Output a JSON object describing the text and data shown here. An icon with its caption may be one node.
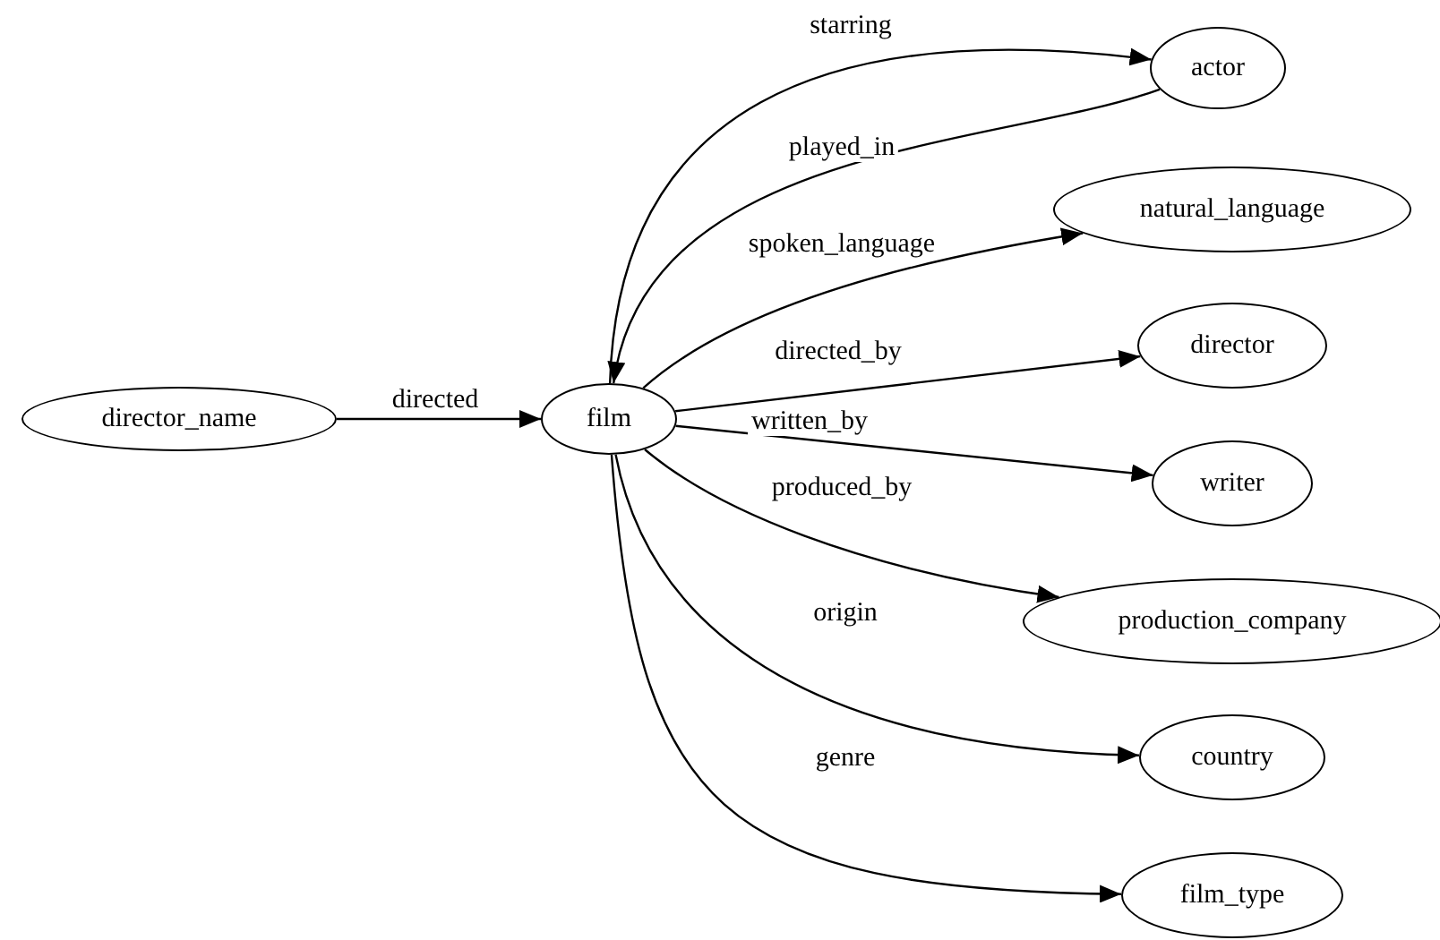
{
  "diagram": {
    "nodes": [
      {
        "text": [
          "director_name"
        ]
      },
      {
        "text": [
          "film"
        ]
      },
      {
        "text": [
          "actor"
        ]
      },
      {
        "text": [
          "natural_language"
        ]
      },
      {
        "text": [
          "director"
        ]
      },
      {
        "text": [
          "writer"
        ]
      },
      {
        "text": [
          "production_company"
        ]
      },
      {
        "text": [
          "country"
        ]
      },
      {
        "text": [
          "film_type"
        ]
      }
    ],
    "edges": [
      {
        "from": 0,
        "to": 1,
        "arrow": "to",
        "label": "directed"
      },
      {
        "from": 1,
        "to": 2,
        "arrow": "to",
        "label": "starring"
      },
      {
        "from": 2,
        "to": 1,
        "arrow": "to",
        "label": "played_in"
      },
      {
        "from": 1,
        "to": 3,
        "arrow": "to",
        "label": "spoken_language"
      },
      {
        "from": 1,
        "to": 4,
        "arrow": "to",
        "label": "directed_by"
      },
      {
        "from": 1,
        "to": 5,
        "arrow": "to",
        "label": "written_by"
      },
      {
        "from": 1,
        "to": 6,
        "arrow": "to",
        "label": "produced_by"
      },
      {
        "from": 1,
        "to": 7,
        "arrow": "to",
        "label": "origin"
      },
      {
        "from": 1,
        "to": 8,
        "arrow": "to",
        "label": "genre"
      }
    ]
  }
}
